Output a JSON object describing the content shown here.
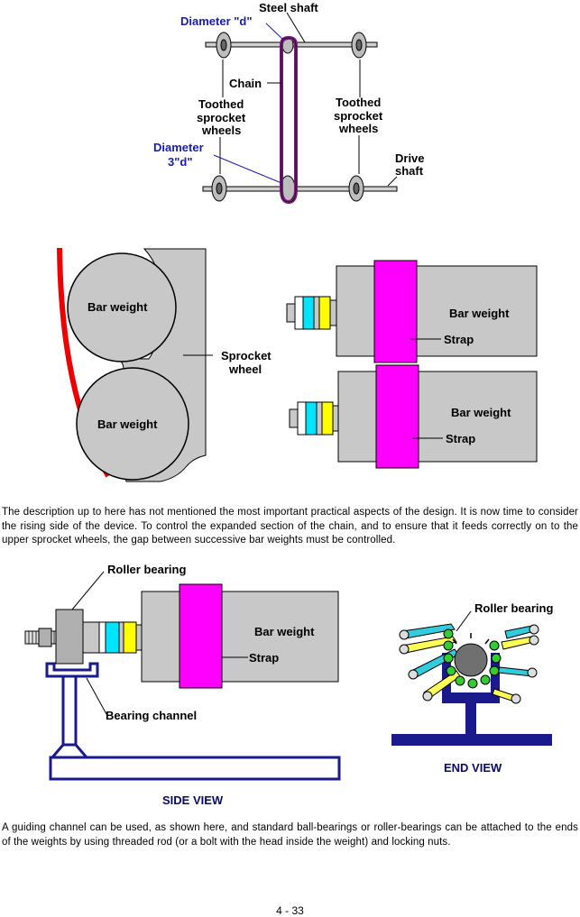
{
  "figure1": {
    "labels": {
      "steel_shaft": "Steel shaft",
      "diameter_d": "Diameter \"d\"",
      "chain": "Chain",
      "toothed_left": [
        "Toothed",
        "sprocket",
        "wheels"
      ],
      "toothed_right": [
        "Toothed",
        "sprocket",
        "wheels"
      ],
      "diameter_3d": [
        "Diameter",
        "3\"d\""
      ],
      "drive_shaft": [
        "Drive",
        "shaft"
      ]
    },
    "colors": {
      "chain": "#7a1a7a",
      "shaft": "#d0d0d0",
      "label_blue": "#1a1ab4"
    }
  },
  "figure2": {
    "labels": {
      "bar_weight_top": "Bar weight",
      "bar_weight_bottom": "Bar weight",
      "sprocket_wheel": [
        "Sprocket",
        "wheel"
      ],
      "bar_weight_right_top": "Bar weight",
      "strap_top": "Strap",
      "bar_weight_right_bottom": "Bar weight",
      "strap_bottom": "Strap"
    },
    "colors": {
      "rail": "#ee0000",
      "weight": "#c8c8c8",
      "strap": "#ff00ff",
      "cyan": "#00e5ff",
      "yellow": "#ffff00"
    }
  },
  "paragraph1": "The description up to here has not mentioned the most important practical aspects of the design.  It is now time to consider the rising side of the device.  To control the expanded section of the chain, and to ensure that it feeds correctly on to the upper sprocket wheels, the gap between successive bar weights must be controlled.",
  "figure3": {
    "labels": {
      "roller_bearing": "Roller bearing",
      "bar_weight": "Bar weight",
      "strap": "Strap",
      "bearing_channel": "Bearing channel",
      "side_view": "SIDE VIEW",
      "roller_bearing_end": "Roller bearing",
      "end_view": "END VIEW"
    },
    "colors": {
      "channel": "#1a1a8c",
      "bearing_ball": "#33cc33"
    }
  },
  "paragraph2": "A guiding channel can be used, as shown here, and standard ball-bearings or roller-bearings can be attached to the ends of the weights by using threaded rod (or a bolt with the head inside the weight) and locking nuts.",
  "page_number": "4 - 33"
}
